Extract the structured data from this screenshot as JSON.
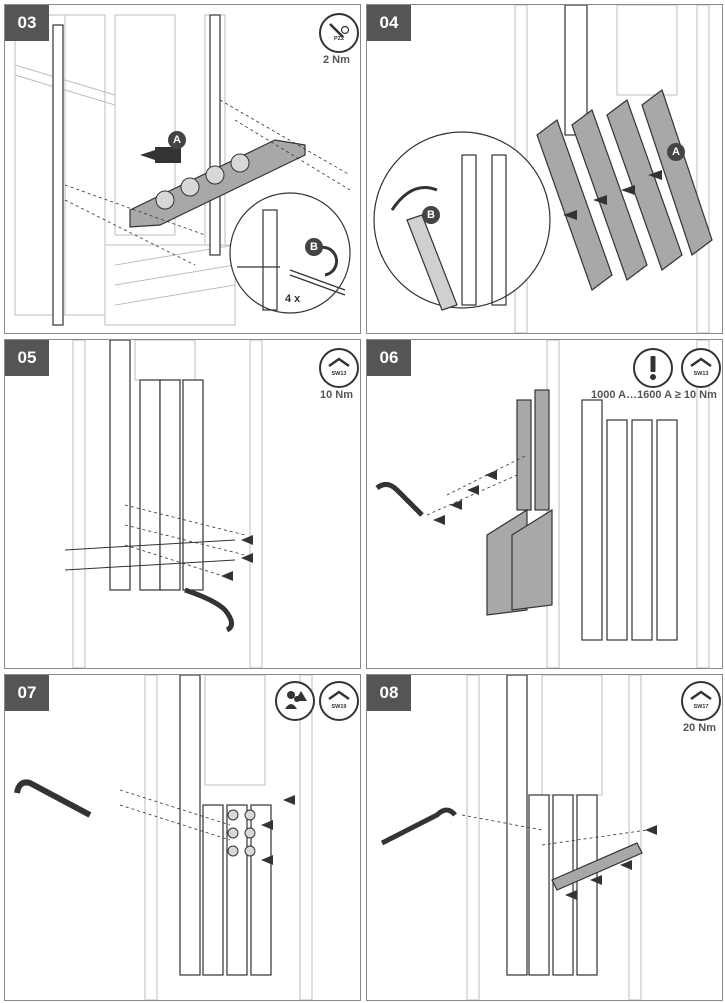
{
  "panels": [
    {
      "step": "03",
      "tool": {
        "icon": "screwdriver-icon",
        "label": "PZ2"
      },
      "torque": "2 Nm",
      "callouts": [
        "A",
        "B"
      ],
      "quantity": "4 x"
    },
    {
      "step": "04",
      "callouts": [
        "A",
        "B"
      ]
    },
    {
      "step": "05",
      "tool": {
        "icon": "socket-wrench-icon",
        "label": "SW13"
      },
      "torque": "10 Nm"
    },
    {
      "step": "06",
      "tool": {
        "icon": "socket-wrench-icon",
        "label": "SW13"
      },
      "torque": "1000 A…1600 A ≥ 10 Nm"
    },
    {
      "step": "07",
      "tool": {
        "icon": "socket-wrench-icon",
        "label": "SW19"
      }
    },
    {
      "step": "08",
      "tool": {
        "icon": "socket-wrench-icon",
        "label": "SW17"
      },
      "torque": "20 Nm"
    }
  ],
  "colors": {
    "step_bg": "#555555",
    "bar_fill": "#a8a8a8",
    "line": "#333333",
    "frame": "#bdbdbd"
  }
}
